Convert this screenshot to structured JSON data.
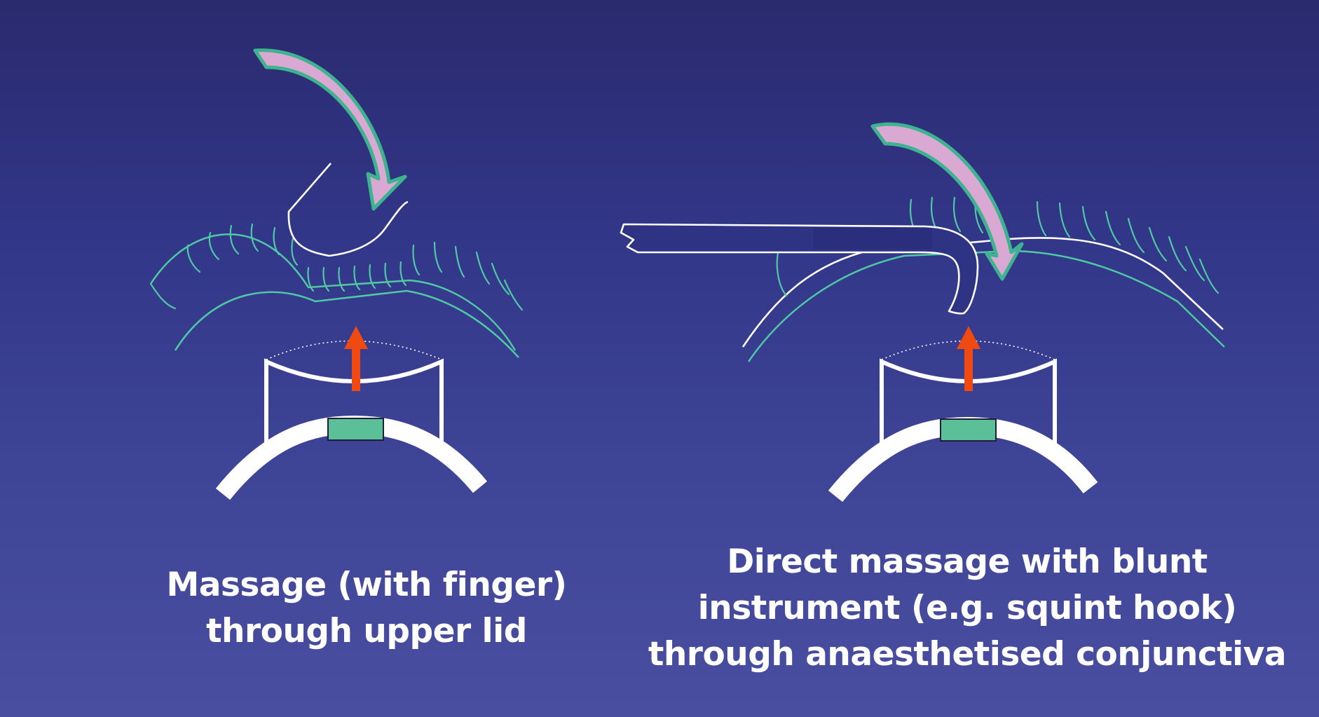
{
  "captions": {
    "left": {
      "lines": [
        "Massage (with finger)",
        "through upper lid"
      ]
    },
    "right": {
      "lines": [
        "Direct massage with blunt",
        "instrument (e.g. squint hook)",
        "through anaesthetised conjunctiva"
      ]
    }
  },
  "colors": {
    "background_top": "#2a2a6e",
    "background_bottom": "#4a4ea0",
    "eyelash": "#4fc9a3",
    "curved_arrow_fill": "#d9a9d4",
    "curved_arrow_outline": "#3fb38f",
    "pressure_arrow": "#f04a12",
    "bleb_block": "#5bbf98",
    "outline": "#ffffff"
  },
  "icons": {
    "massage_direction": "curved-arrow-icon",
    "pressure_direction": "up-arrow-icon"
  }
}
